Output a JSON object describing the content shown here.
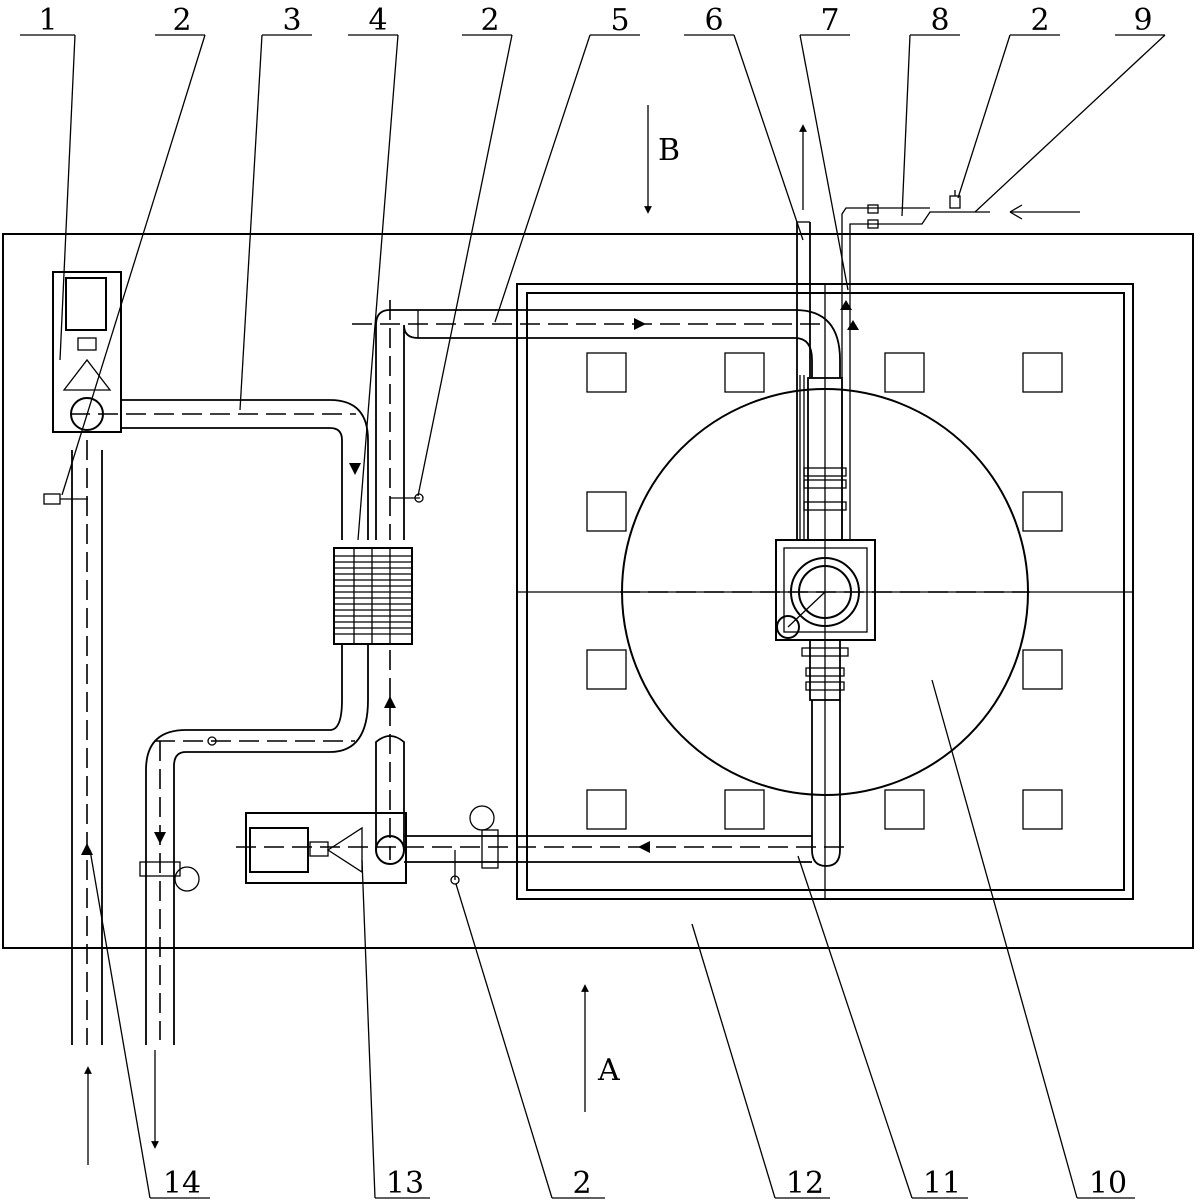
{
  "callouts_top": [
    "1",
    "2",
    "3",
    "4",
    "2",
    "5",
    "6",
    "7",
    "8",
    "2",
    "9"
  ],
  "callouts_bottom": [
    "14",
    "13",
    "2",
    "12",
    "11",
    "10"
  ],
  "view_labels": {
    "a": "A",
    "b": "B"
  }
}
